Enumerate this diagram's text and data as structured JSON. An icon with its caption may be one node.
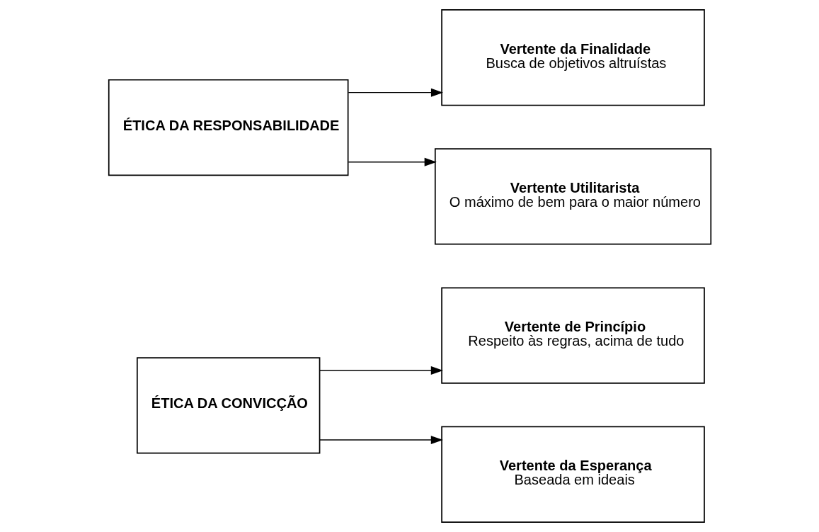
{
  "diagram": {
    "nodes": [
      {
        "text": [
          "ÉTICA DA CONVICÇÃO"
        ]
      },
      {
        "text": [
          "Vertente de Princípio",
          "Respeito às regras, acima de tudo"
        ]
      },
      {
        "text": [
          "Vertente da Esperança",
          "Baseada em ideais"
        ]
      },
      {
        "text": [
          "ÉTICA DA RESPONSABILIDADE"
        ]
      },
      {
        "text": [
          "Vertente da Finalidade",
          "Busca de objetivos altruístas"
        ]
      },
      {
        "text": [
          "Vertente Utilitarista",
          "O máximo de bem para o maior número"
        ]
      }
    ],
    "edges": [
      {
        "from": 0,
        "to": 1,
        "arrow": "to"
      },
      {
        "from": 0,
        "to": 2,
        "arrow": "to"
      },
      {
        "from": 3,
        "to": 4,
        "arrow": "to"
      },
      {
        "from": 3,
        "to": 5,
        "arrow": "to"
      }
    ]
  }
}
